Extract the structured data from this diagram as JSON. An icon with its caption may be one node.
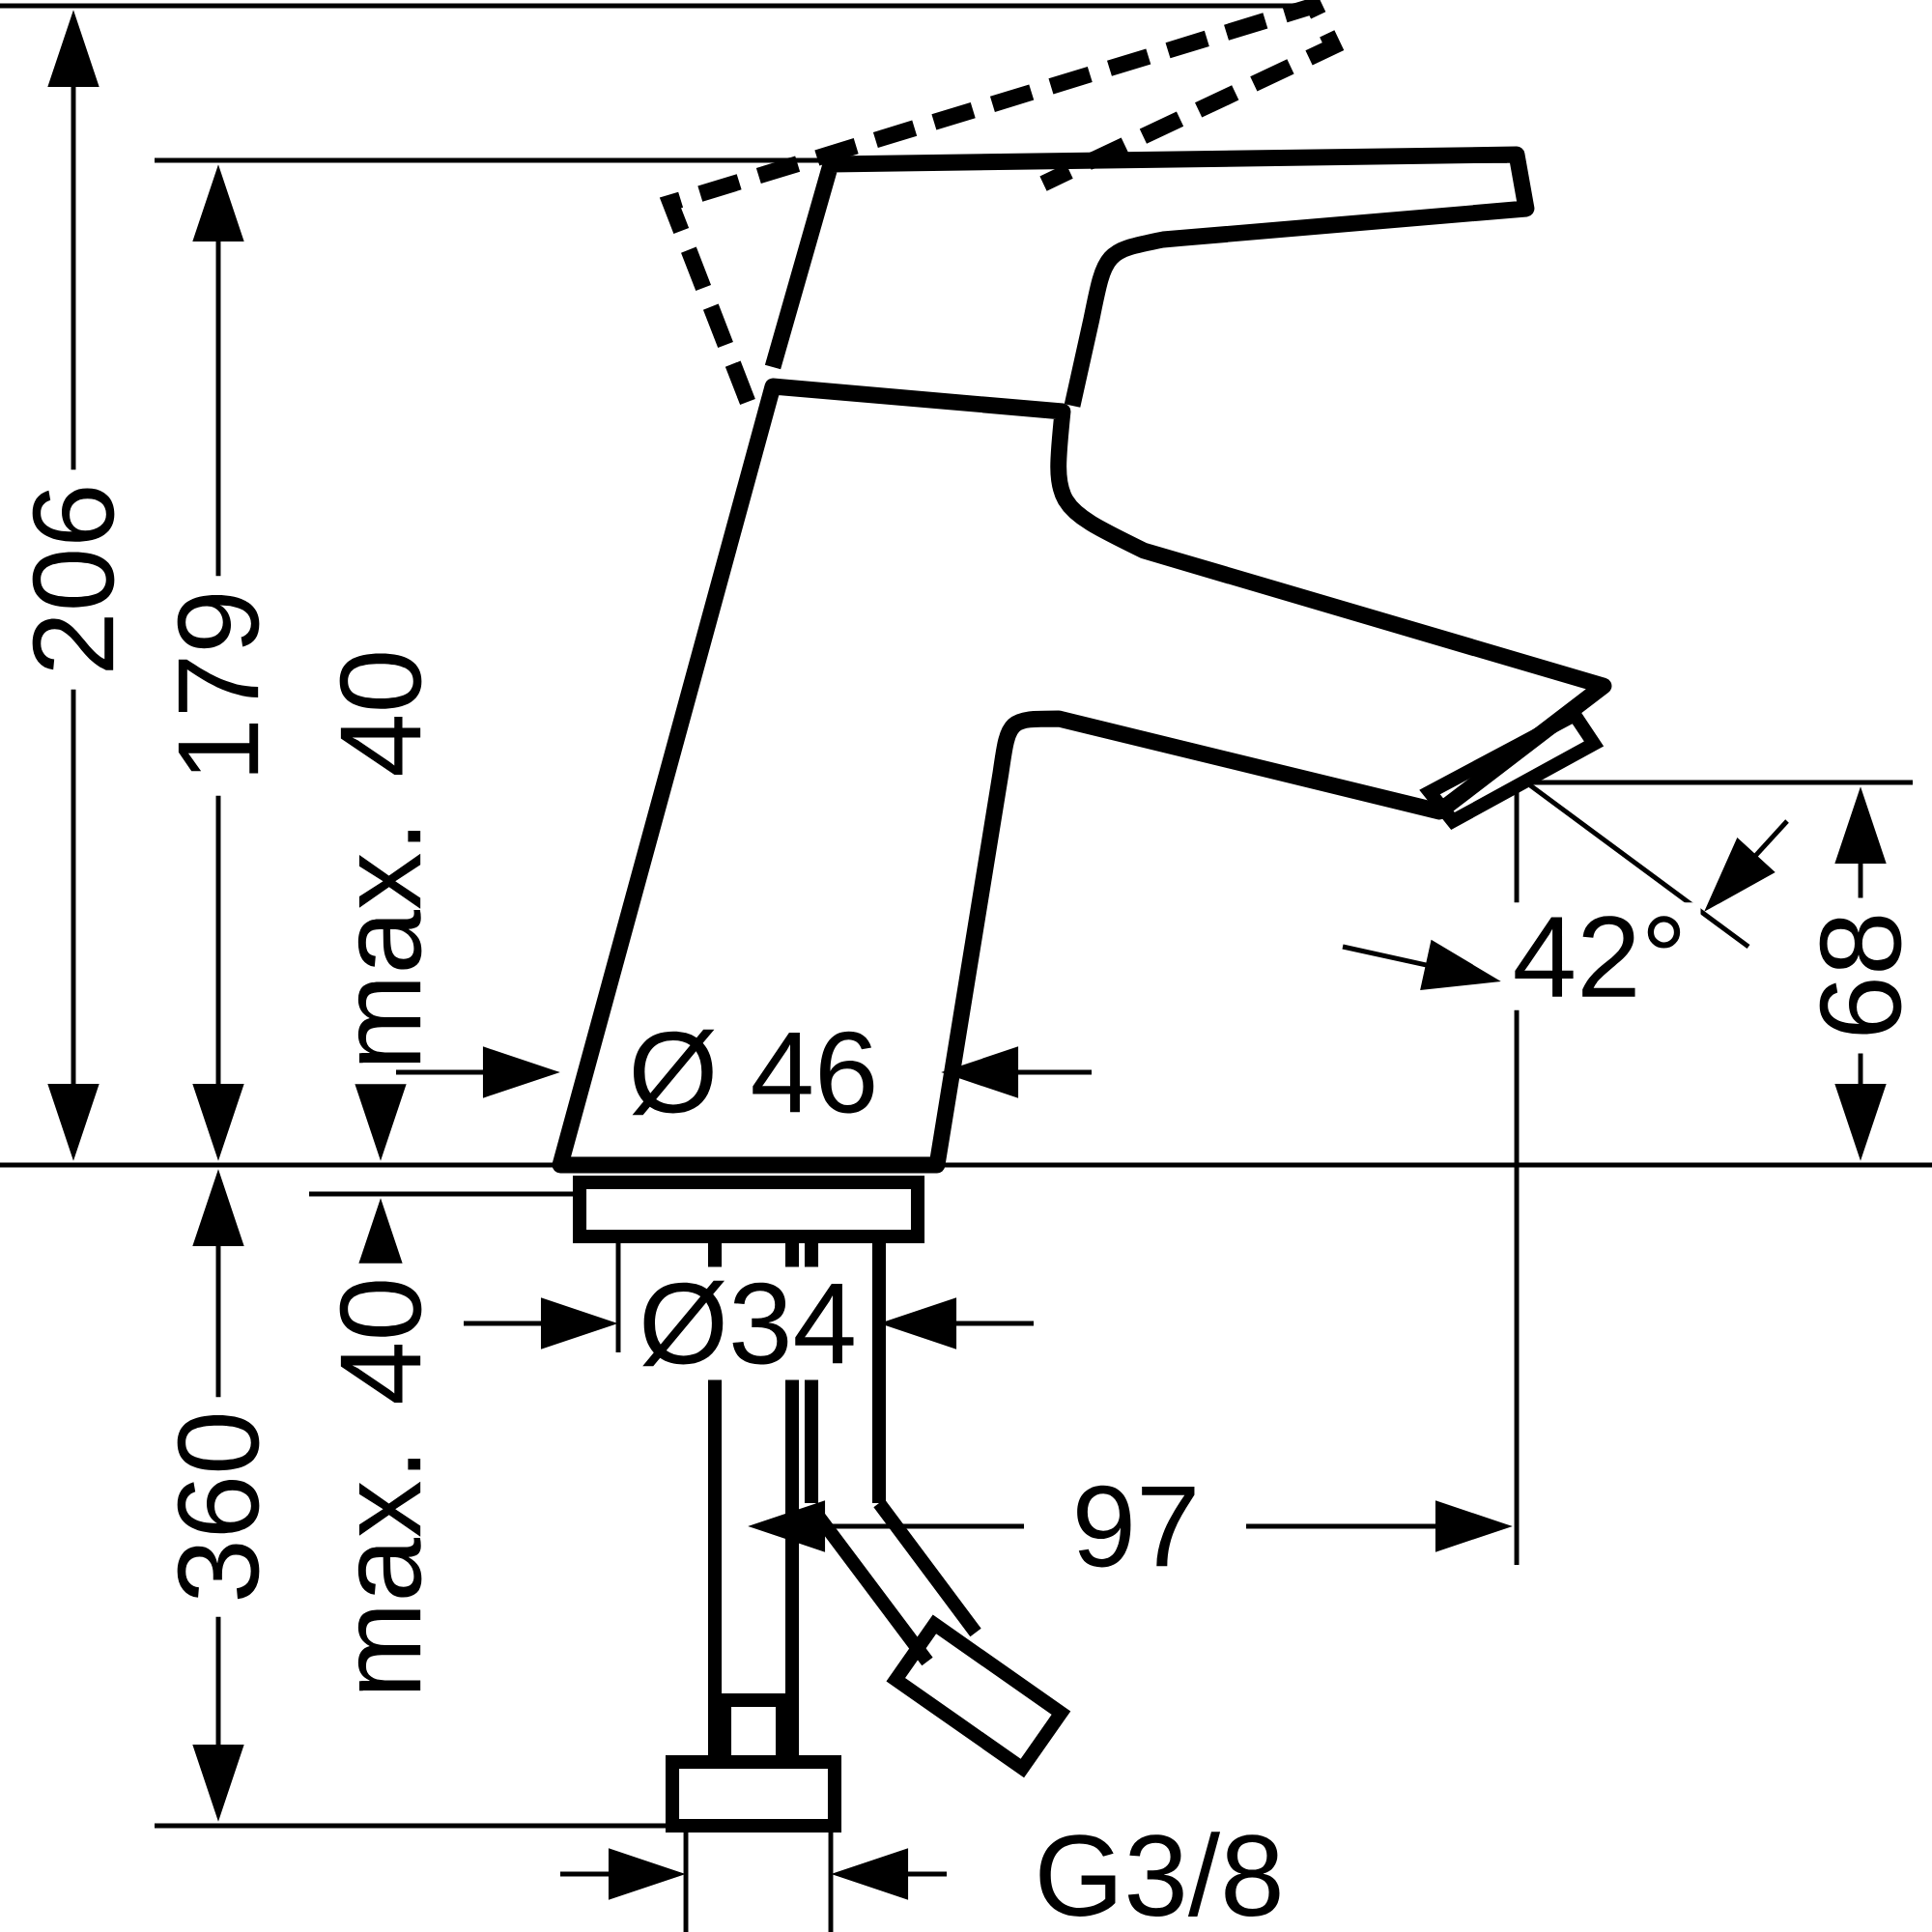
{
  "diagram": {
    "labels": [
      "206",
      "179",
      "max. 40",
      "42°",
      "68",
      "Ø 46",
      "360",
      "max. 40",
      "Ø34",
      "97",
      "G3/8"
    ]
  }
}
